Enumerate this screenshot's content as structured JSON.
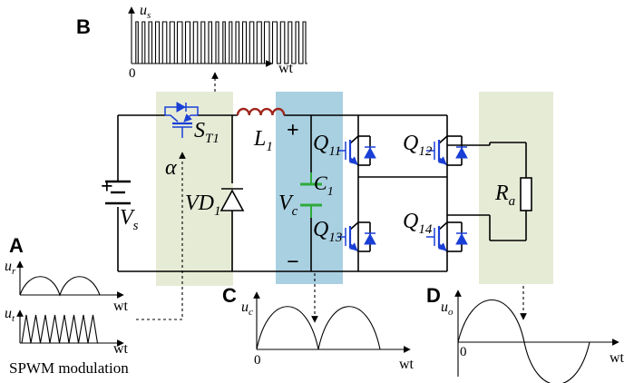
{
  "labels": {
    "A": "A",
    "B": "B",
    "C": "C",
    "D": "D"
  },
  "waveforms": {
    "B": {
      "y_axis": "u",
      "y_sub": "s",
      "x_axis": "wt",
      "origin": "0"
    },
    "A_top": {
      "y_axis": "u",
      "y_sub": "r",
      "x_axis": "wt"
    },
    "A_bottom": {
      "y_axis": "u",
      "y_sub": "t",
      "x_axis": "wt"
    },
    "A_caption": "SPWM modulation",
    "C": {
      "y_axis": "u",
      "y_sub": "c",
      "x_axis": "wt",
      "origin": "0"
    },
    "D": {
      "y_axis": "u",
      "y_sub": "o",
      "x_axis": "wt",
      "origin": "0"
    }
  },
  "components": {
    "switch": {
      "name": "S",
      "sub": "T1"
    },
    "duty": "α",
    "diode": {
      "name": "VD",
      "sub": "1"
    },
    "inductor": {
      "name": "L",
      "sub": "1"
    },
    "source": {
      "name": "V",
      "sub": "s",
      "plus": "+"
    },
    "capacitor_voltage": {
      "name": "V",
      "sub": "c"
    },
    "capacitor": {
      "name": "C",
      "sub": "1"
    },
    "cap_plus": "+",
    "cap_minus": "−",
    "Q11": {
      "name": "Q",
      "sub": "11"
    },
    "Q12": {
      "name": "Q",
      "sub": "12"
    },
    "Q13": {
      "name": "Q",
      "sub": "13"
    },
    "Q14": {
      "name": "Q",
      "sub": "14"
    },
    "load": {
      "name": "R",
      "sub": "a"
    }
  },
  "colors": {
    "switch_panel": "#e6ebd6",
    "capacitor_panel": "#a9d0e1",
    "load_panel": "#e6ebd6",
    "inductor": "#a0261d",
    "capacitor": "#2eaa3a",
    "transistor": "#1a3fd6"
  }
}
